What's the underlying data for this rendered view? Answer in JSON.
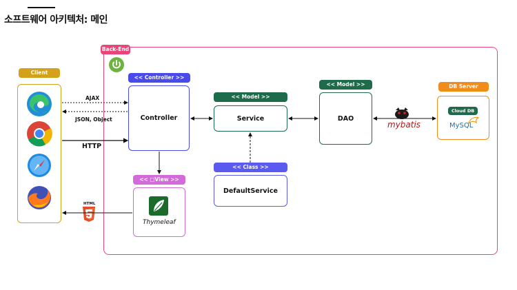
{
  "title": "소프트웨어 아키텍처: 메인",
  "backend": {
    "label": "Back-End"
  },
  "client": {
    "label": "Client",
    "browsers": [
      "edge-icon",
      "chrome-icon",
      "safari-icon",
      "firefox-icon"
    ]
  },
  "controller": {
    "stereotype": "<< Controller >>",
    "name": "Controller"
  },
  "service": {
    "stereotype": "<< Model >>",
    "name": "Service"
  },
  "dao": {
    "stereotype": "<< Model >>",
    "name": "DAO"
  },
  "default_service": {
    "stereotype": "<< Class >>",
    "name": "DefaultService"
  },
  "view": {
    "stereotype": "<< □View >>",
    "name": "Thymeleaf"
  },
  "db": {
    "stereotype": "DB Server",
    "cloud_label": "Cloud DB",
    "engine": "MySQL"
  },
  "mybatis": {
    "label": "mybatis"
  },
  "edges": {
    "ajax": "AJAX",
    "json": "JSON, Object",
    "http": "HTTP",
    "html": "HTML"
  },
  "colors": {
    "backend": "#e8457a",
    "client": "#d4a21a",
    "controller": "#4a4aea",
    "model": "#1d6b4a",
    "class": "#5a5af0",
    "view": "#d26ad9",
    "db": "#f08c1a"
  }
}
